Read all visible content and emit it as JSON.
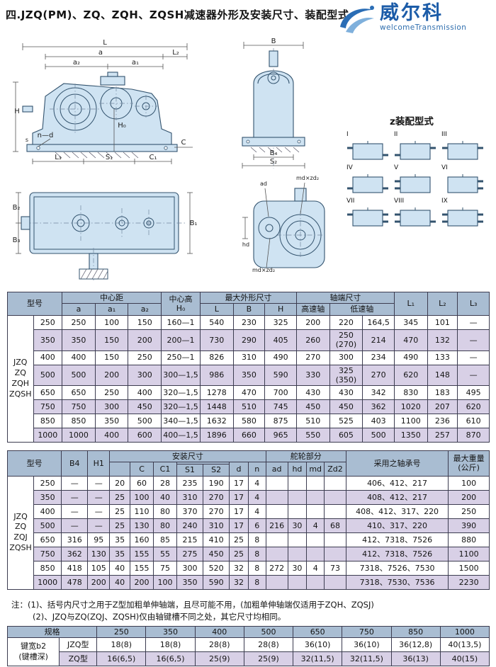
{
  "page": {
    "title": "四.JZQ(PM)、ZQ、ZQH、ZQSH减速器外形及安装尺寸、装配型式"
  },
  "logo": {
    "brand": "威尔科",
    "tagline": "welcomeTransmission"
  },
  "drawings": {
    "side": {
      "L": "L",
      "a": "a",
      "a1": "a₁",
      "a2": "a₂",
      "L2": "L₂",
      "H": "H",
      "H0": "H₀",
      "nd": "n—d",
      "L3": "L₃",
      "S1": "S₁",
      "C1": "C₁",
      "C": "C",
      "s": "s"
    },
    "front": {
      "B": "B",
      "B4": "B₄",
      "S2": "S₂"
    },
    "plan": {
      "B1": "B₁",
      "B2": "B₂",
      "B3": "B₃"
    },
    "detail": {
      "ad": "ad",
      "hd": "hd",
      "md_top": "md×zd₂",
      "md_bottom": "md×zd₂"
    }
  },
  "assembly": {
    "title": "z装配型式",
    "items": [
      "I",
      "II",
      "III",
      "IV",
      "V",
      "VI",
      "VII",
      "VIII",
      "IX"
    ]
  },
  "table1": {
    "headers": {
      "model": "型号",
      "center_distance": "中心距",
      "a": "a",
      "a1": "a₁",
      "a2": "a₂",
      "center_height": "中心高\nH₀",
      "max_dims": "最大外形尺寸",
      "L": "L",
      "B": "B",
      "H": "H",
      "shaft_end": "轴端尺寸",
      "high_speed": "高速轴",
      "low_speed": "低速轴",
      "L1": "L₁",
      "L2": "L₂",
      "L3": "L₃"
    },
    "group_label": "JZQ\nZQ\nZQH\nZQSH",
    "rows": [
      [
        "250",
        "250",
        "100",
        "150",
        "160—1",
        "540",
        "230",
        "325",
        "200",
        "220",
        "164,5",
        "345",
        "101",
        "—"
      ],
      [
        "350",
        "350",
        "150",
        "200",
        "200—1",
        "730",
        "290",
        "405",
        "260",
        "250\n(270)",
        "214",
        "470",
        "132",
        "—"
      ],
      [
        "400",
        "400",
        "150",
        "250",
        "250—1",
        "826",
        "310",
        "490",
        "270",
        "300",
        "234",
        "490",
        "133",
        "—"
      ],
      [
        "500",
        "500",
        "200",
        "300",
        "300—1,5",
        "986",
        "350",
        "590",
        "330",
        "325\n(350)",
        "270",
        "620",
        "148",
        "—"
      ],
      [
        "650",
        "650",
        "250",
        "400",
        "320—1,5",
        "1278",
        "470",
        "700",
        "430",
        "430",
        "342",
        "830",
        "183",
        "495"
      ],
      [
        "750",
        "750",
        "300",
        "450",
        "320—1,5",
        "1448",
        "510",
        "745",
        "450",
        "450",
        "362",
        "1020",
        "207",
        "620"
      ],
      [
        "850",
        "850",
        "350",
        "500",
        "340—1,5",
        "1632",
        "580",
        "875",
        "510",
        "525",
        "403",
        "1100",
        "236",
        "610"
      ],
      [
        "1000",
        "1000",
        "400",
        "600",
        "400—1,5",
        "1896",
        "660",
        "965",
        "550",
        "605",
        "500",
        "1350",
        "257",
        "870"
      ]
    ]
  },
  "table2": {
    "headers": {
      "model": "型号",
      "B4": "B4",
      "H1": "H1",
      "install": "安装尺寸",
      "blank": "",
      "C": "C",
      "C1": "C1",
      "s_group": "",
      "S1": "S1",
      "S2": "S2",
      "d": "d",
      "n": "n",
      "wheel": "舵轮部分",
      "ad": "ad",
      "hd": "hd",
      "md": "md",
      "Zd2": "Zd2",
      "bearing": "采用之轴承号",
      "weight": "最大重量\n(公斤)"
    },
    "group_label": "JZQ\nZQ\nZQJ\nZQSH",
    "rows": [
      [
        "250",
        "—",
        "—",
        "20",
        "60",
        "28",
        "235",
        "190",
        "17",
        "4",
        "",
        "",
        "",
        "",
        "406、412、217",
        "100"
      ],
      [
        "350",
        "—",
        "—",
        "25",
        "100",
        "40",
        "310",
        "270",
        "17",
        "4",
        "",
        "",
        "",
        "",
        "408、412、217",
        "200"
      ],
      [
        "400",
        "—",
        "—",
        "25",
        "110",
        "80",
        "370",
        "270",
        "17",
        "4",
        "",
        "",
        "",
        "",
        "408、412、317、220",
        "250"
      ],
      [
        "500",
        "—",
        "—",
        "25",
        "130",
        "80",
        "240",
        "310",
        "17",
        "6",
        "216",
        "30",
        "4",
        "68",
        "410、317、220",
        "390"
      ],
      [
        "650",
        "316",
        "95",
        "35",
        "160",
        "85",
        "215",
        "410",
        "25",
        "8",
        "",
        "",
        "",
        "",
        "412、7318、7526",
        "880"
      ],
      [
        "750",
        "362",
        "130",
        "35",
        "155",
        "55",
        "275",
        "450",
        "25",
        "8",
        "",
        "",
        "",
        "",
        "412、7318、7526",
        "1100"
      ],
      [
        "850",
        "418",
        "105",
        "40",
        "155",
        "75",
        "300",
        "520",
        "32",
        "8",
        "272",
        "30",
        "4",
        "73",
        "7318、7526、7530",
        "1500"
      ],
      [
        "1000",
        "478",
        "200",
        "40",
        "200",
        "100",
        "350",
        "590",
        "32",
        "8",
        "",
        "",
        "",
        "",
        "7318、7530、7536",
        "2230"
      ]
    ]
  },
  "notes": {
    "line1": "注：(1)、括号内尺寸之用于Z型加粗单伸轴端，且尽可能不用，(加粗单伸轴端仅适用于ZQH、ZQSJ)",
    "line2": "(2)、JZQ与ZQ(ZQJ、ZQSH)仅由轴键槽不同之处，其它尺寸均相同。"
  },
  "table3": {
    "headers": {
      "spec": "规格",
      "models": [
        "250",
        "350",
        "400",
        "500",
        "650",
        "750",
        "850",
        "1000"
      ],
      "key_width": "键宽b2\n(键槽深)",
      "jzq": "JZQ型",
      "zq": "ZQ型"
    },
    "rows": {
      "jzq": [
        "18(8)",
        "18(8)",
        "28(8)",
        "28(8)",
        "36(10)",
        "36(10)",
        "36(12,8)",
        "40(13,5)"
      ],
      "zq": [
        "16(6,5)",
        "16(6,5)",
        "25(9)",
        "25(9)",
        "32(11,5)",
        "32(11,5)",
        "36(13)",
        "40(15)"
      ]
    }
  },
  "colors": {
    "table_header_bg": "#a9bdd2",
    "row_stripe_bg": "#d8d0e6",
    "drawing_fill": "#cfe3f2",
    "drawing_stroke": "#33536e",
    "logo_blue": "#1c5ca8",
    "logo_light_blue": "#7fb0dc"
  }
}
